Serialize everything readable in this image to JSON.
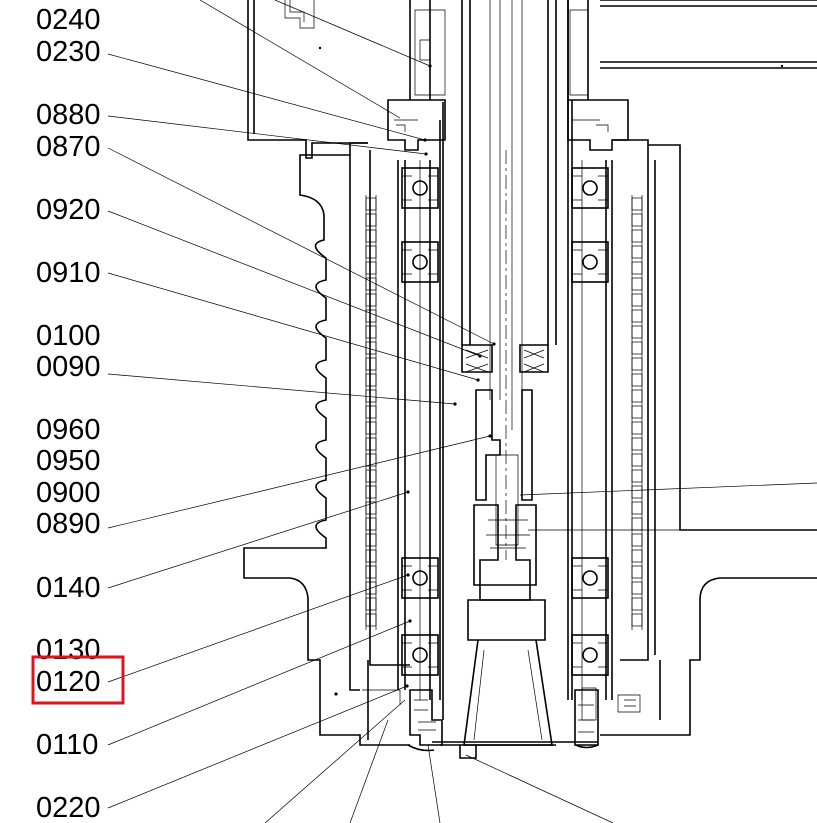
{
  "labels": [
    "0240",
    "0230",
    "0880",
    "0870",
    "0920",
    "0910",
    "0100",
    "0090",
    "0960",
    "0950",
    "0900",
    "0890",
    "0140",
    "0130",
    "0120",
    "0110",
    "0220"
  ],
  "highlight": {
    "label": "0120",
    "color": "#e0131a"
  }
}
